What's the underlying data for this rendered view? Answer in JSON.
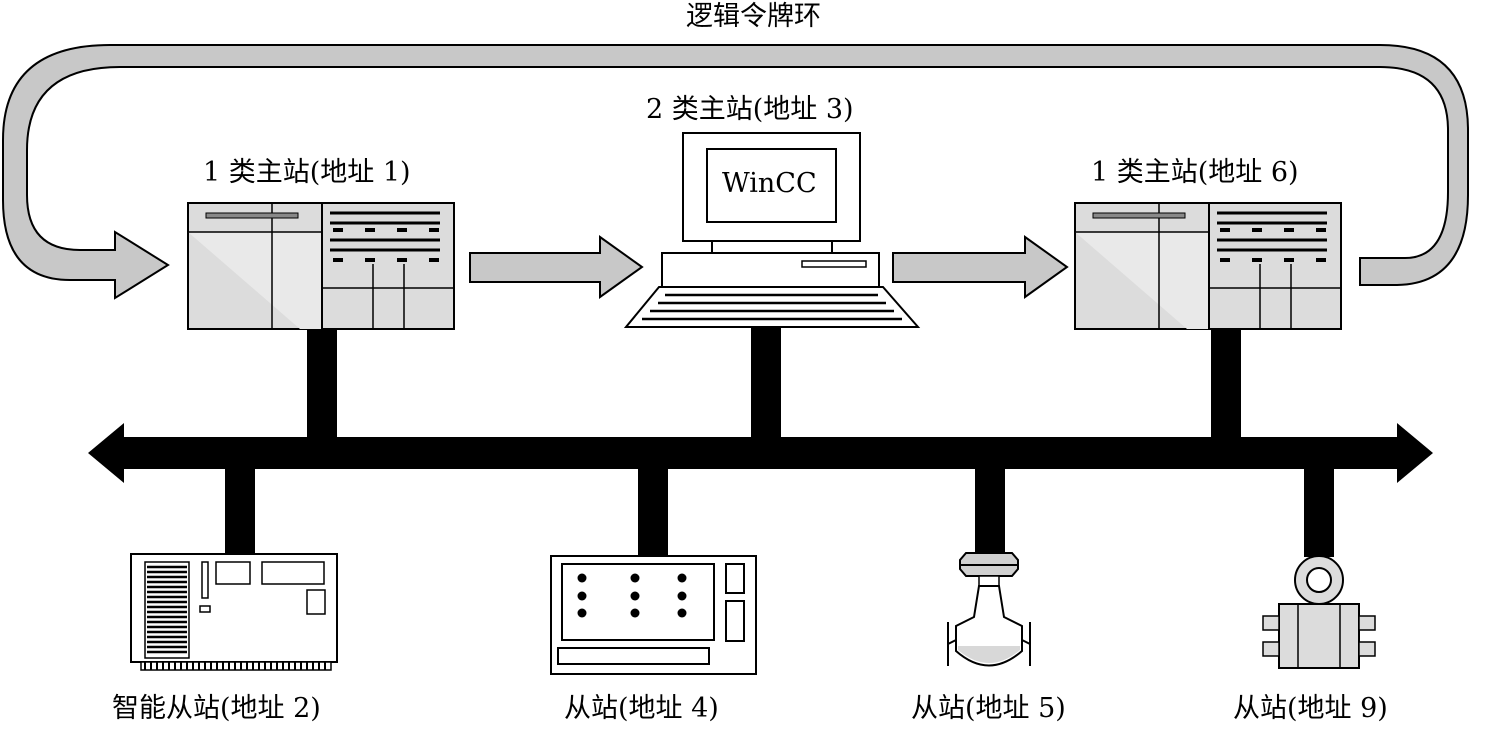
{
  "title": "逻辑令牌环",
  "masters": [
    {
      "id": "m1",
      "label": "1 类主站(地址 1)"
    },
    {
      "id": "m2",
      "label": "2 类主站(地址 3)",
      "screen_text": "WinCC"
    },
    {
      "id": "m3",
      "label": "1 类主站(地址 6)"
    }
  ],
  "slaves": [
    {
      "id": "s1",
      "label": "智能从站(地址 2)"
    },
    {
      "id": "s2",
      "label": "从站(地址 4)"
    },
    {
      "id": "s3",
      "label": "从站(地址 5)"
    },
    {
      "id": "s4",
      "label": "从站(地址 9)"
    }
  ],
  "colors": {
    "ring_fill": "#c8c8c8",
    "device_fill": "#dcdcdc",
    "bus": "#000000",
    "outline": "#000000"
  }
}
